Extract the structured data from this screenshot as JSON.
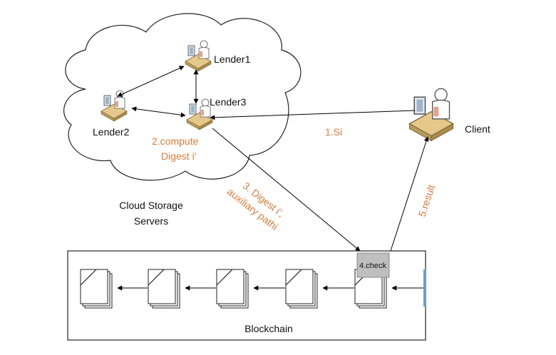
{
  "cloud": {
    "label_line1": "Cloud Storage",
    "label_line2": "Servers"
  },
  "nodes": {
    "lender1": "Lender1",
    "lender2": "Lender2",
    "lender3": "Lender3",
    "client": "Client"
  },
  "steps": {
    "s1": "1.Si",
    "s2_line1": "2.compute",
    "s2_line2": "Digest i’",
    "s3_line1": "3. Digest i’,",
    "s3_line2": "auxiliary pathi",
    "s4": "4.check",
    "s5": "5.result"
  },
  "blockchain": {
    "label": "Blockchain",
    "block_count": 5
  },
  "colors": {
    "step_text": "#e07b39",
    "check_box": "#bfbfbf",
    "accent_bar": "#6f9bd1"
  }
}
